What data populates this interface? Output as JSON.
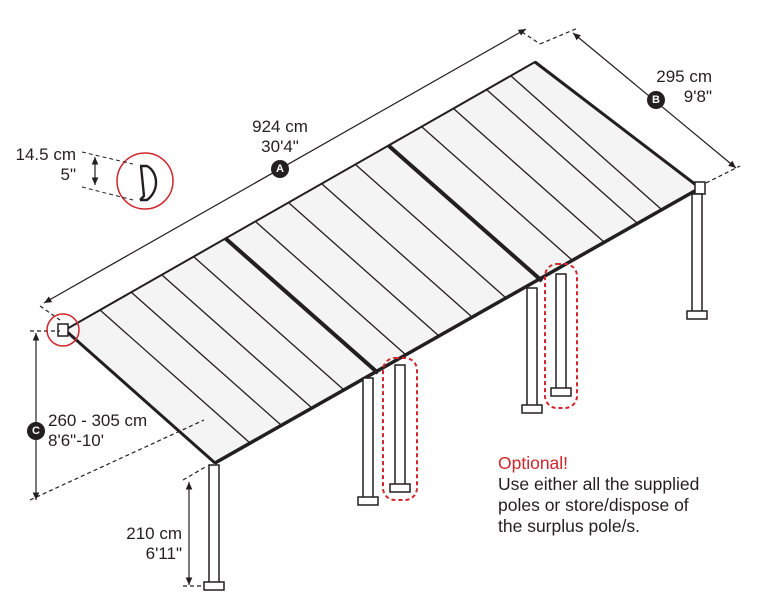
{
  "dimensions": {
    "length": {
      "badge": "A",
      "metric": "924 cm",
      "imperial": "30'4\""
    },
    "width": {
      "badge": "B",
      "metric": "295 cm",
      "imperial": "9'8\""
    },
    "height_front": {
      "badge": "C",
      "metric": "260 - 305 cm",
      "imperial": "8'6\"-10'"
    },
    "height_back": {
      "metric": "210 cm",
      "imperial": "6'11\""
    },
    "gutter": {
      "metric": "14.5 cm",
      "imperial": "5\""
    }
  },
  "note": {
    "title": "Optional!",
    "lines": [
      "Use either all the supplied",
      "poles or store/dispose of",
      "the surplus pole/s."
    ]
  },
  "colors": {
    "line": "#231f20",
    "highlight": "#d0262c",
    "roof": "#f4f4f4"
  }
}
